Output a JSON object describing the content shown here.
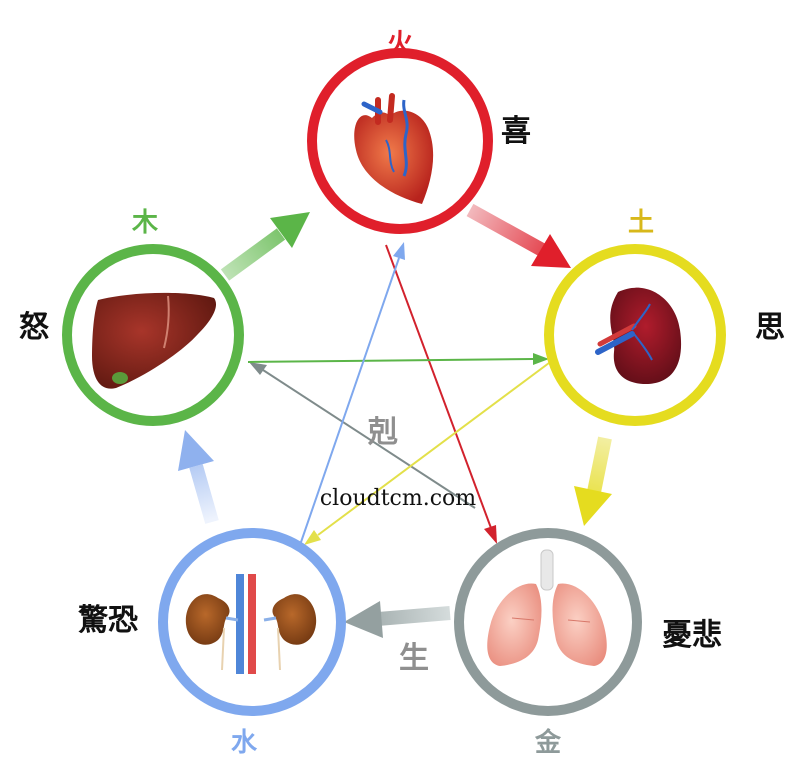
{
  "watermark": "cloudtcm.com",
  "labels": {
    "sheng": "生",
    "ke": "剋"
  },
  "colors": {
    "fire": "#e01f2b",
    "earth": "#e5dc1f",
    "metal": "#8e9a9a",
    "water": "#7fa8ee",
    "wood": "#5bb548",
    "ke_fire": "#d2222d",
    "ke_earth": "#e3e04a",
    "ke_metal": "#7f8b8b",
    "ke_water": "#7fa8ee",
    "ke_wood": "#5bb548"
  },
  "elements": {
    "fire": {
      "label": "火",
      "emotion": "喜",
      "organ": "heart-icon"
    },
    "earth": {
      "label": "土",
      "emotion": "思",
      "organ": "spleen-icon"
    },
    "metal": {
      "label": "金",
      "emotion": "憂悲",
      "organ": "lungs-icon"
    },
    "water": {
      "label": "水",
      "emotion": "驚恐",
      "organ": "kidneys-icon"
    },
    "wood": {
      "label": "木",
      "emotion": "怒",
      "organ": "liver-icon"
    }
  }
}
